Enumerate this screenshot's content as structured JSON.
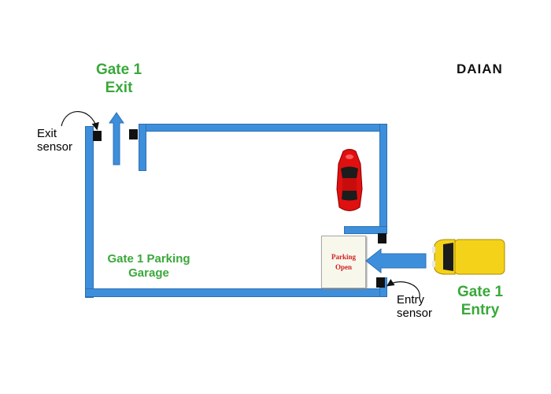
{
  "logo": {
    "text": "DAIAN"
  },
  "gate_exit": {
    "line1": "Gate 1",
    "line2": "Exit"
  },
  "gate_entry": {
    "line1": "Gate 1",
    "line2": "Entry"
  },
  "garage": {
    "line1": "Gate 1 Parking",
    "line2": "Garage"
  },
  "exit_sensor": {
    "line1": "Exit",
    "line2": "sensor"
  },
  "entry_sensor": {
    "line1": "Entry",
    "line2": "sensor"
  },
  "sign": {
    "line1": "Parking",
    "line2": "Open"
  },
  "colors": {
    "wall": "#3d8fdc",
    "gate_label": "#3aa83a",
    "sign_text": "#d22020",
    "red_car": "#e01010",
    "yellow_van": "#f5d21a"
  }
}
